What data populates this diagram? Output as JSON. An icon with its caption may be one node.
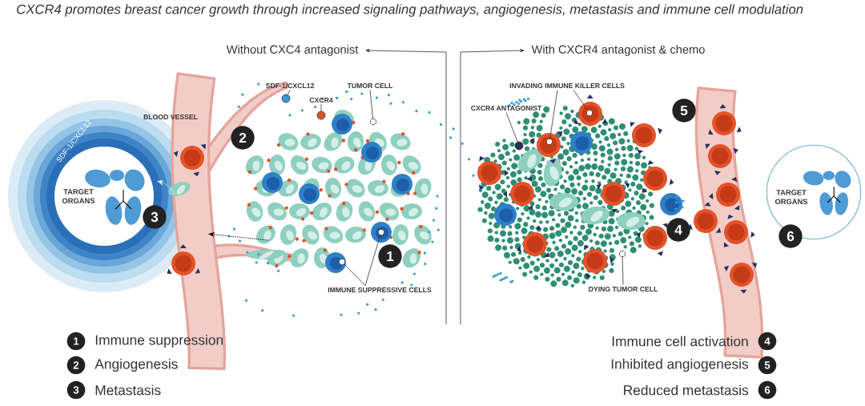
{
  "diagram": {
    "title": "CXCR4 promotes breast cancer growth through increased signaling pathways, angiogenesis, metastasis and immune cell modulation",
    "nodes": [
      {
        "text": [
          "Without CXC4 antagonist"
        ]
      },
      {
        "text": [
          "With CXCR4 antagonist & chemo"
        ]
      },
      {
        "text": [
          "SDF-1/CXCL12",
          "TARGET ORGANS"
        ]
      },
      {
        "text": [
          "SDF-1/CXCL12"
        ]
      },
      {
        "text": [
          "CXCR4"
        ]
      },
      {
        "text": [
          "TUMOR CELL"
        ]
      },
      {
        "text": [
          "IMMUNE SUPPRESSIVE CELLS"
        ]
      },
      {
        "text": [
          "INVADING IMMUNE KILLER CELLS"
        ]
      },
      {
        "text": [
          "CXCR4 ANTAGONIST"
        ]
      },
      {
        "text": [
          "DYING TUMOR CELL"
        ]
      },
      {
        "text": [
          "TARGET ORGANS"
        ]
      },
      {
        "text": [],
        "shape": "circle"
      },
      {
        "text": [],
        "shape": "circle"
      },
      {
        "text": [],
        "shape": "circle"
      },
      {
        "text": [],
        "shape": "circle"
      },
      {
        "text": [],
        "shape": "circle"
      },
      {
        "text": [],
        "shape": "circle"
      },
      {
        "text": [],
        "shape": "circle"
      },
      {
        "text": [],
        "shape": "circle"
      },
      {
        "text": [],
        "shape": "circle"
      }
    ],
    "edges": [
      {
        "from": null,
        "to": 0,
        "arrow": "to"
      },
      {
        "from": null,
        "to": 1,
        "arrow": "to"
      },
      {
        "from": 3,
        "to": 11,
        "arrow": "none"
      },
      {
        "from": 4,
        "to": 12,
        "arrow": "none"
      },
      {
        "from": 5,
        "to": 13,
        "arrow": "none"
      },
      {
        "from": 6,
        "to": 14,
        "arrow": "none"
      },
      {
        "from": 6,
        "to": 15,
        "arrow": "none"
      },
      {
        "from": 7,
        "to": 16,
        "arrow": "none"
      },
      {
        "from": 7,
        "to": 17,
        "arrow": "none"
      },
      {
        "from": 8,
        "to": 18,
        "arrow": "none"
      },
      {
        "from": 9,
        "to": 19,
        "arrow": "none"
      }
    ],
    "labels": [
      "BLOOD VESSEL",
      "5",
      "2",
      "3",
      "4",
      "1",
      "6",
      "1",
      "Immune suppression",
      "Immune cell activation",
      "4",
      "2",
      "Angiogenesis",
      "Inhibited angiogenesis",
      "5",
      "3",
      "Metastasis",
      "Reduced metastasis",
      "6"
    ]
  }
}
